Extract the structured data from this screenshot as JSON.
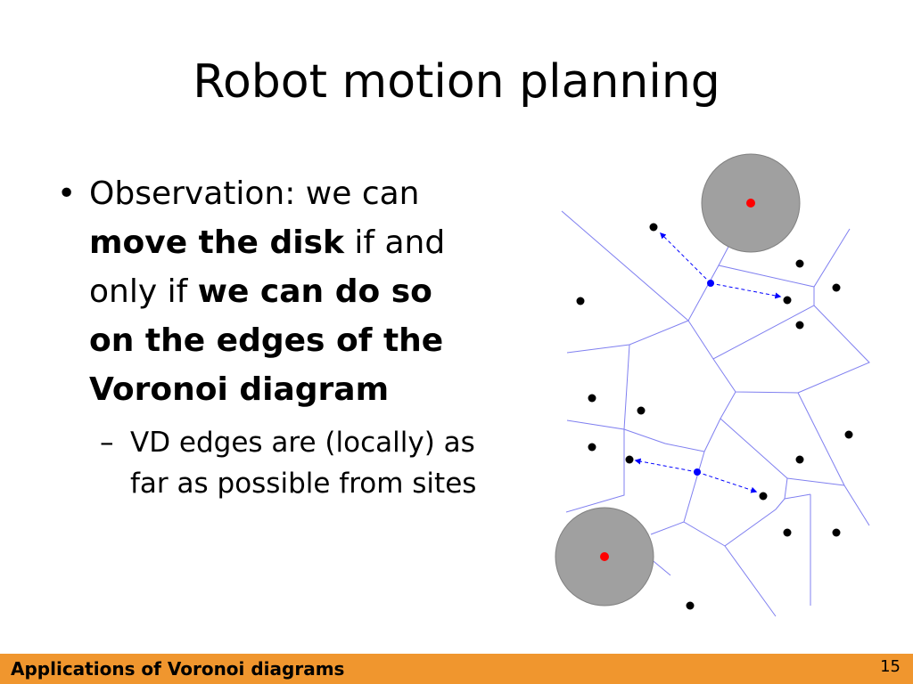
{
  "slide": {
    "title": "Robot motion planning",
    "bullet": {
      "marker": "•",
      "parts": {
        "p1": "Observation: we can ",
        "p2": "move the disk",
        "p3": " if and only if ",
        "p4": "we can  do so on the edges of the Voronoi diagram"
      }
    },
    "sub_bullet": {
      "marker": "–",
      "text": "VD edges are (locally) as far as possible from sites"
    },
    "footer": {
      "label": "Applications of Voronoi diagrams",
      "page": "15"
    }
  },
  "colors": {
    "footer_bg": "#F0962E",
    "disk": "#A0A0A0",
    "disk_center": "#FF0000",
    "voronoi_edge": "#8080F0",
    "path": "#0000FF"
  }
}
